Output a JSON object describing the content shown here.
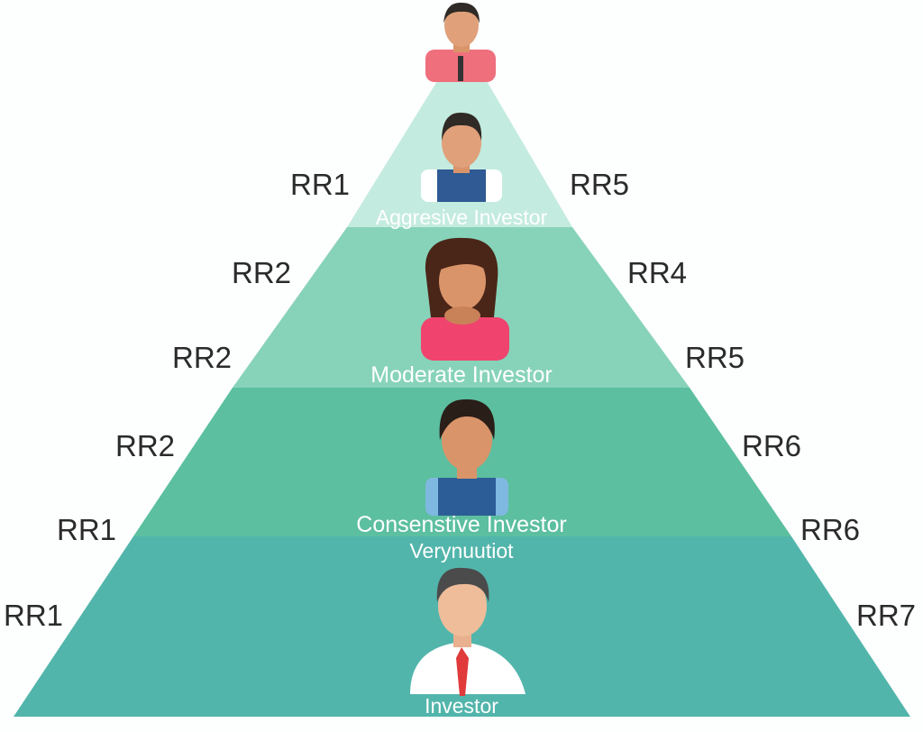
{
  "tiers": [
    {
      "label": "Aggresive Investor",
      "color": "#c4ebdf"
    },
    {
      "label": "Moderate Investor",
      "color": "#87d3b9"
    },
    {
      "label": "Consenstive Investor",
      "sublabel": "Verynuutiot",
      "color": "#5cbf9f"
    },
    {
      "label": "Investor",
      "color": "#52b5ab"
    }
  ],
  "left_labels": [
    "RR1",
    "RR2",
    "RR2",
    "RR2",
    "RR1",
    "RR1"
  ],
  "right_labels": [
    "RR5",
    "RR4",
    "RR5",
    "RR6",
    "RR6",
    "RR7"
  ]
}
